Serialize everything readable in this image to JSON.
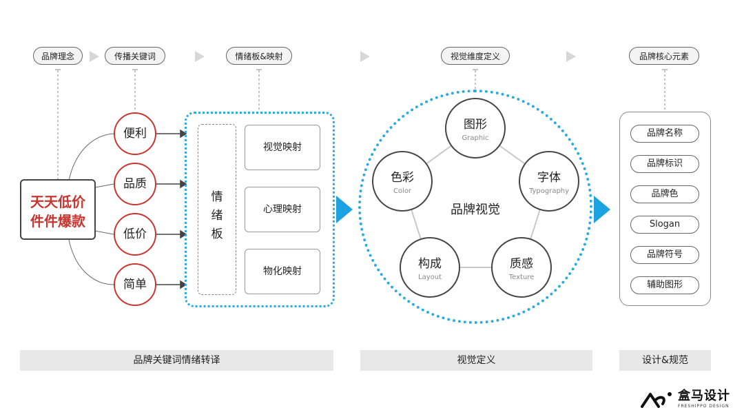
{
  "top_steps": [
    "品牌理念",
    "传播关键词",
    "情绪板&映射",
    "视觉维度定义",
    "品牌核心元素"
  ],
  "main_keyword": [
    "天天低价",
    "件件爆款"
  ],
  "keywords": [
    "便利",
    "品质",
    "低价",
    "简单"
  ],
  "mood_board_label": [
    "情",
    "绪",
    "板"
  ],
  "mappings": [
    "视觉映射",
    "心理映射",
    "物化映射"
  ],
  "visual_center": "品牌视觉",
  "visual_nodes": [
    {
      "zh": "图形",
      "en": "Graphic"
    },
    {
      "zh": "字体",
      "en": "Typography"
    },
    {
      "zh": "质感",
      "en": "Texture"
    },
    {
      "zh": "构成",
      "en": "Layout"
    },
    {
      "zh": "色彩",
      "en": "Color"
    }
  ],
  "core_elements": [
    "品牌名称",
    "品牌标识",
    "品牌色",
    "Slogan",
    "品牌符号",
    "辅助图形"
  ],
  "footer": [
    "品牌关键词情绪转译",
    "视觉定义",
    "设计&规范"
  ],
  "logo": {
    "name": "盒马设计",
    "sub": "FRESHIPPO DESIGN"
  },
  "colors": {
    "accent_red": "#c8352e",
    "accent_blue": "#29abe2"
  }
}
